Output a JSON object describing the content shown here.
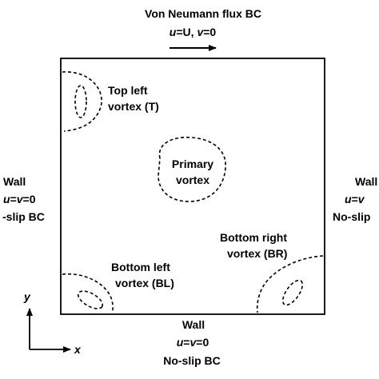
{
  "top_bc": {
    "title": "Von Neumann flux BC",
    "eq_u": "u",
    "eq_u_val": "=U, ",
    "eq_v": "v",
    "eq_v_val": "=0"
  },
  "left_bc": {
    "title": "Wall",
    "eq_u": "u",
    "eq_mid": "=",
    "eq_v": "v",
    "eq_val": "=0",
    "subtitle": "-slip BC"
  },
  "right_bc": {
    "title": "Wall",
    "eq_u": "u",
    "eq_mid": "=",
    "eq_v": "v",
    "subtitle": "No-slip"
  },
  "bottom_bc": {
    "title": "Wall",
    "eq_u": "u",
    "eq_mid": "=",
    "eq_v": "v",
    "eq_val": "=0",
    "subtitle": "No-slip BC"
  },
  "vortices": {
    "top_left": {
      "line1": "Top left",
      "line2": "vortex (T)"
    },
    "primary": {
      "line1": "Primary",
      "line2": "vortex"
    },
    "bottom_left": {
      "line1": "Bottom left",
      "line2": "vortex (BL)"
    },
    "bottom_right": {
      "line1": "Bottom right",
      "line2": "vortex (BR)"
    }
  },
  "axes": {
    "x": "x",
    "y": "y"
  }
}
